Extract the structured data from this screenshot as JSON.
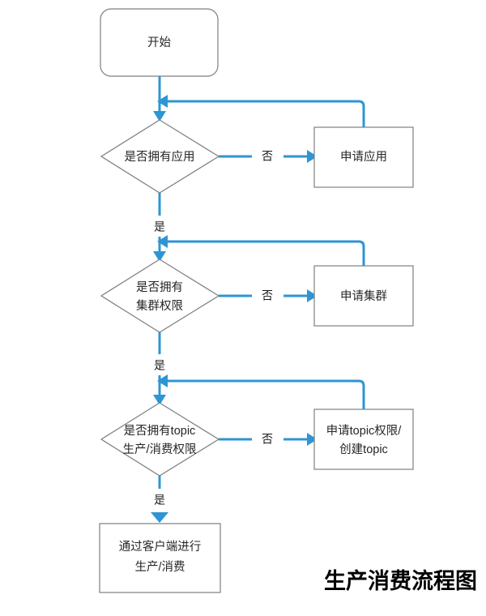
{
  "diagram": {
    "caption": "生产消费流程图",
    "colors": {
      "edge": "#2e95d3",
      "node_border": "#7f7f7f",
      "node_fill": "#ffffff",
      "text": "#262626",
      "caption": "#000000",
      "background": "#ffffff"
    },
    "nodes": {
      "start": {
        "label": "开始",
        "shape": "rounded-rectangle"
      },
      "decision_app": {
        "label": "是否拥有应用",
        "shape": "diamond"
      },
      "process_app": {
        "label": "申请应用",
        "shape": "rectangle"
      },
      "decision_cluster": {
        "label_line1": "是否拥有",
        "label_line2": "集群权限",
        "shape": "diamond"
      },
      "process_cluster": {
        "label": "申请集群",
        "shape": "rectangle"
      },
      "decision_topic": {
        "label_line1": "是否拥有topic",
        "label_line2": "生产/消费权限",
        "shape": "diamond"
      },
      "process_topic": {
        "label_line1": "申请topic权限/",
        "label_line2": "创建topic",
        "shape": "rectangle"
      },
      "end": {
        "label_line1": "通过客户端进行",
        "label_line2": "生产/消费",
        "shape": "rectangle"
      }
    },
    "edge_labels": {
      "no_app": "否",
      "yes_app": "是",
      "no_cluster": "否",
      "yes_cluster": "是",
      "no_topic": "否",
      "yes_topic": "是"
    }
  }
}
